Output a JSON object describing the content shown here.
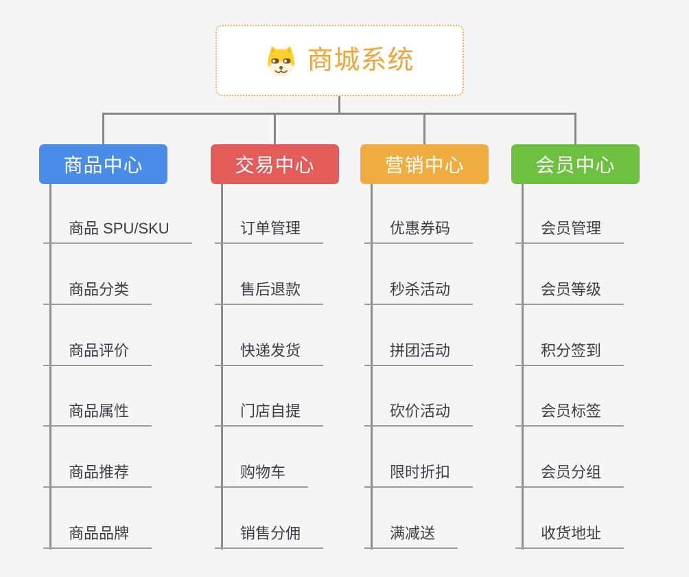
{
  "canvas": {
    "background": "#f5f5f6",
    "connector_color": "#878787",
    "leaf_line_color": "#9b9b9b"
  },
  "root": {
    "label": "商城系统",
    "text_color": "#f0a53c",
    "border_color": "#f2b04c",
    "icon": "dog-face-icon"
  },
  "centers": [
    {
      "label": "商品中心",
      "color": "#4a8de8",
      "items": [
        "商品 SPU/SKU",
        "商品分类",
        "商品评价",
        "商品属性",
        "商品推荐",
        "商品品牌"
      ]
    },
    {
      "label": "交易中心",
      "color": "#e45c5a",
      "items": [
        "订单管理",
        "售后退款",
        "快递发货",
        "门店自提",
        "购物车",
        "销售分佣"
      ]
    },
    {
      "label": "营销中心",
      "color": "#efad3f",
      "items": [
        "优惠券码",
        "秒杀活动",
        "拼团活动",
        "砍价活动",
        "限时折扣",
        "满减送"
      ]
    },
    {
      "label": "会员中心",
      "color": "#6ec140",
      "items": [
        "会员管理",
        "会员等级",
        "积分签到",
        "会员标签",
        "会员分组",
        "收货地址"
      ]
    }
  ]
}
